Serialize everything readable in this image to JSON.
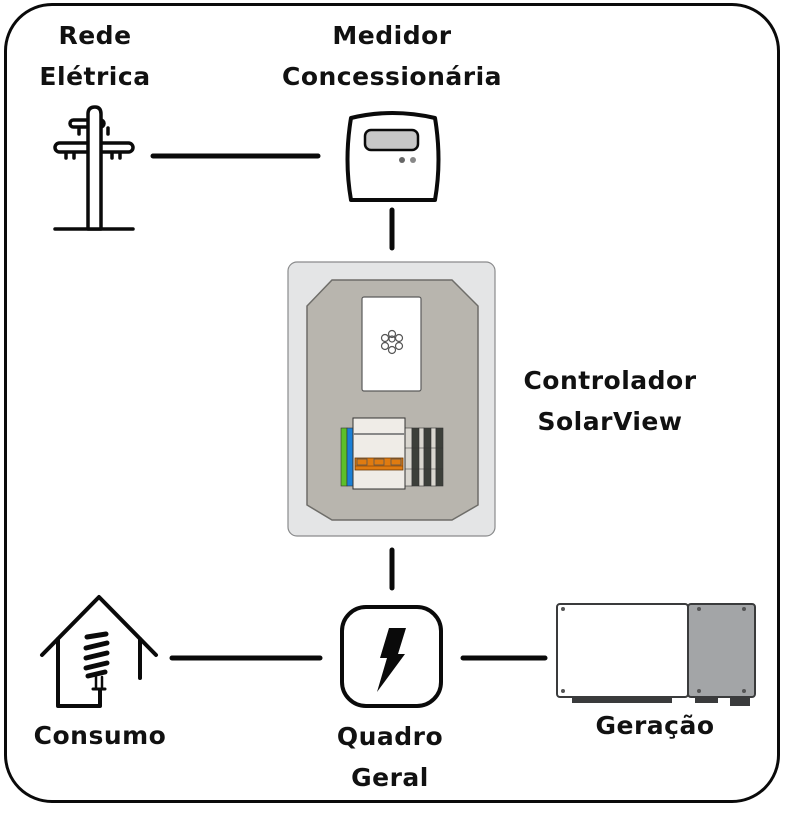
{
  "diagram": {
    "nodes": {
      "grid": {
        "line1": "Rede",
        "line2": "Elétrica",
        "icon": "utility-pole-icon"
      },
      "meter": {
        "line1": "Medidor",
        "line2": "Concessionária",
        "icon": "electric-meter-icon"
      },
      "controller": {
        "line1": "Controlador",
        "line2": "SolarView",
        "icon": "controller-panel-icon"
      },
      "consumption": {
        "line1": "Consumo",
        "icon": "house-lightbulb-icon"
      },
      "panel": {
        "line1": "Quadro",
        "line2": "Geral",
        "icon": "lightning-bolt-icon"
      },
      "generation": {
        "line1": "Geração",
        "icon": "inverter-icon"
      }
    },
    "connections": [
      {
        "from": "grid",
        "to": "meter"
      },
      {
        "from": "meter",
        "to": "controller"
      },
      {
        "from": "controller",
        "to": "panel"
      },
      {
        "from": "consumption",
        "to": "panel"
      },
      {
        "from": "panel",
        "to": "generation"
      }
    ],
    "colors": {
      "stroke": "#0a0a0a",
      "enclosure_outer": "#e4e5e6",
      "enclosure_inner": "#b8b5ae",
      "breaker_orange": "#e07b10",
      "terminal_green": "#5cbf2a",
      "terminal_blue": "#1a7fd6",
      "terminal_dark": "#3c3f3a",
      "inverter_side": "#a3a5a7"
    }
  }
}
